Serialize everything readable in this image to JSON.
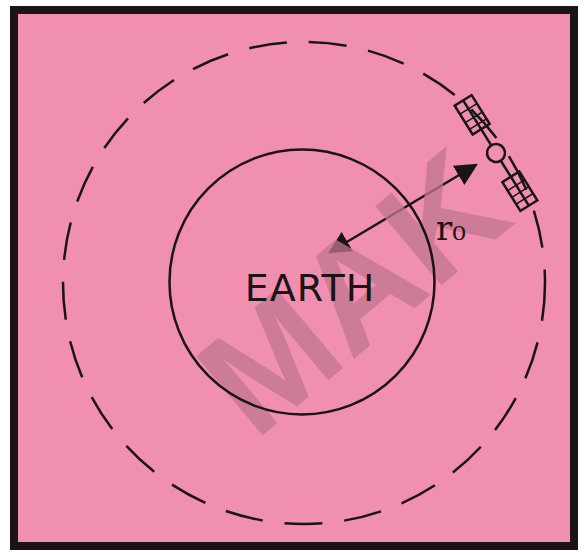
{
  "diagram": {
    "nodes": [
      {
        "text": [
          "EARTH"
        ]
      }
    ],
    "labels": [
      "r₀",
      "MAK"
    ]
  }
}
